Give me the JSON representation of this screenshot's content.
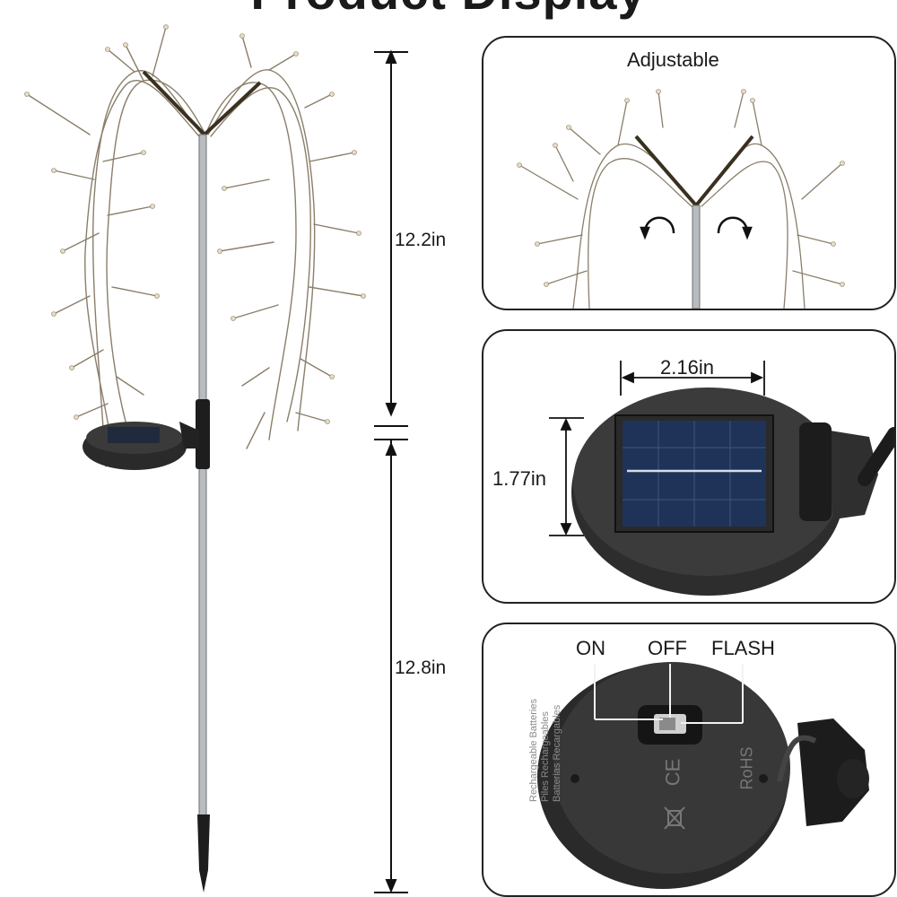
{
  "title": "Product Display",
  "main": {
    "upper_height": "12.2in",
    "lower_height": "12.8in"
  },
  "panels": {
    "adjustable": {
      "label": "Adjustable"
    },
    "solar": {
      "width_label": "2.16in",
      "height_label": "1.77in"
    },
    "switch": {
      "on_label": "ON",
      "off_label": "OFF",
      "flash_label": "FLASH",
      "battery_text_1": "Rechargeable Batteries",
      "battery_text_2": "Piles Rechargeables",
      "battery_text_3": "Batterias Recargables",
      "rohs_text": "RoHS",
      "ce_text": "CE"
    }
  }
}
